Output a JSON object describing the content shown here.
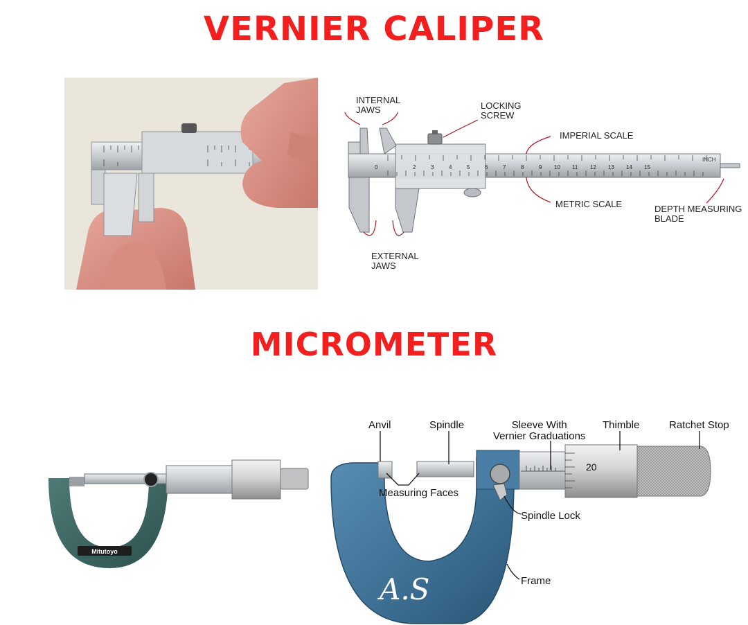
{
  "headings": {
    "vernier": "VERNIER CALIPER",
    "micrometer": "MICROMETER"
  },
  "caliper_labels": {
    "internal_jaws": "INTERNAL\nJAWS",
    "locking_screw": "LOCKING\nSCREW",
    "imperial_scale": "IMPERIAL SCALE",
    "metric_scale": "METRIC SCALE",
    "depth_blade": "DEPTH MEASURING\nBLADE",
    "external_jaws": "EXTERNAL\nJAWS",
    "inch": "INCH"
  },
  "micrometer_labels": {
    "anvil": "Anvil",
    "spindle": "Spindle",
    "sleeve": "Sleeve With\nVernier Graduations",
    "thimble": "Thimble",
    "ratchet": "Ratchet Stop",
    "measuring_faces": "Measuring Faces",
    "spindle_lock": "Spindle Lock",
    "frame": "Frame",
    "thimble_reading": "20"
  },
  "photo_labels": {
    "mitutoyo": "Mitutoyo"
  },
  "signature": "A.S",
  "colors": {
    "heading_red": "#f31f1f",
    "frame_blue": "#3d6f93",
    "photo_bg": "#e9e4da",
    "steel": "#c9cccf"
  }
}
